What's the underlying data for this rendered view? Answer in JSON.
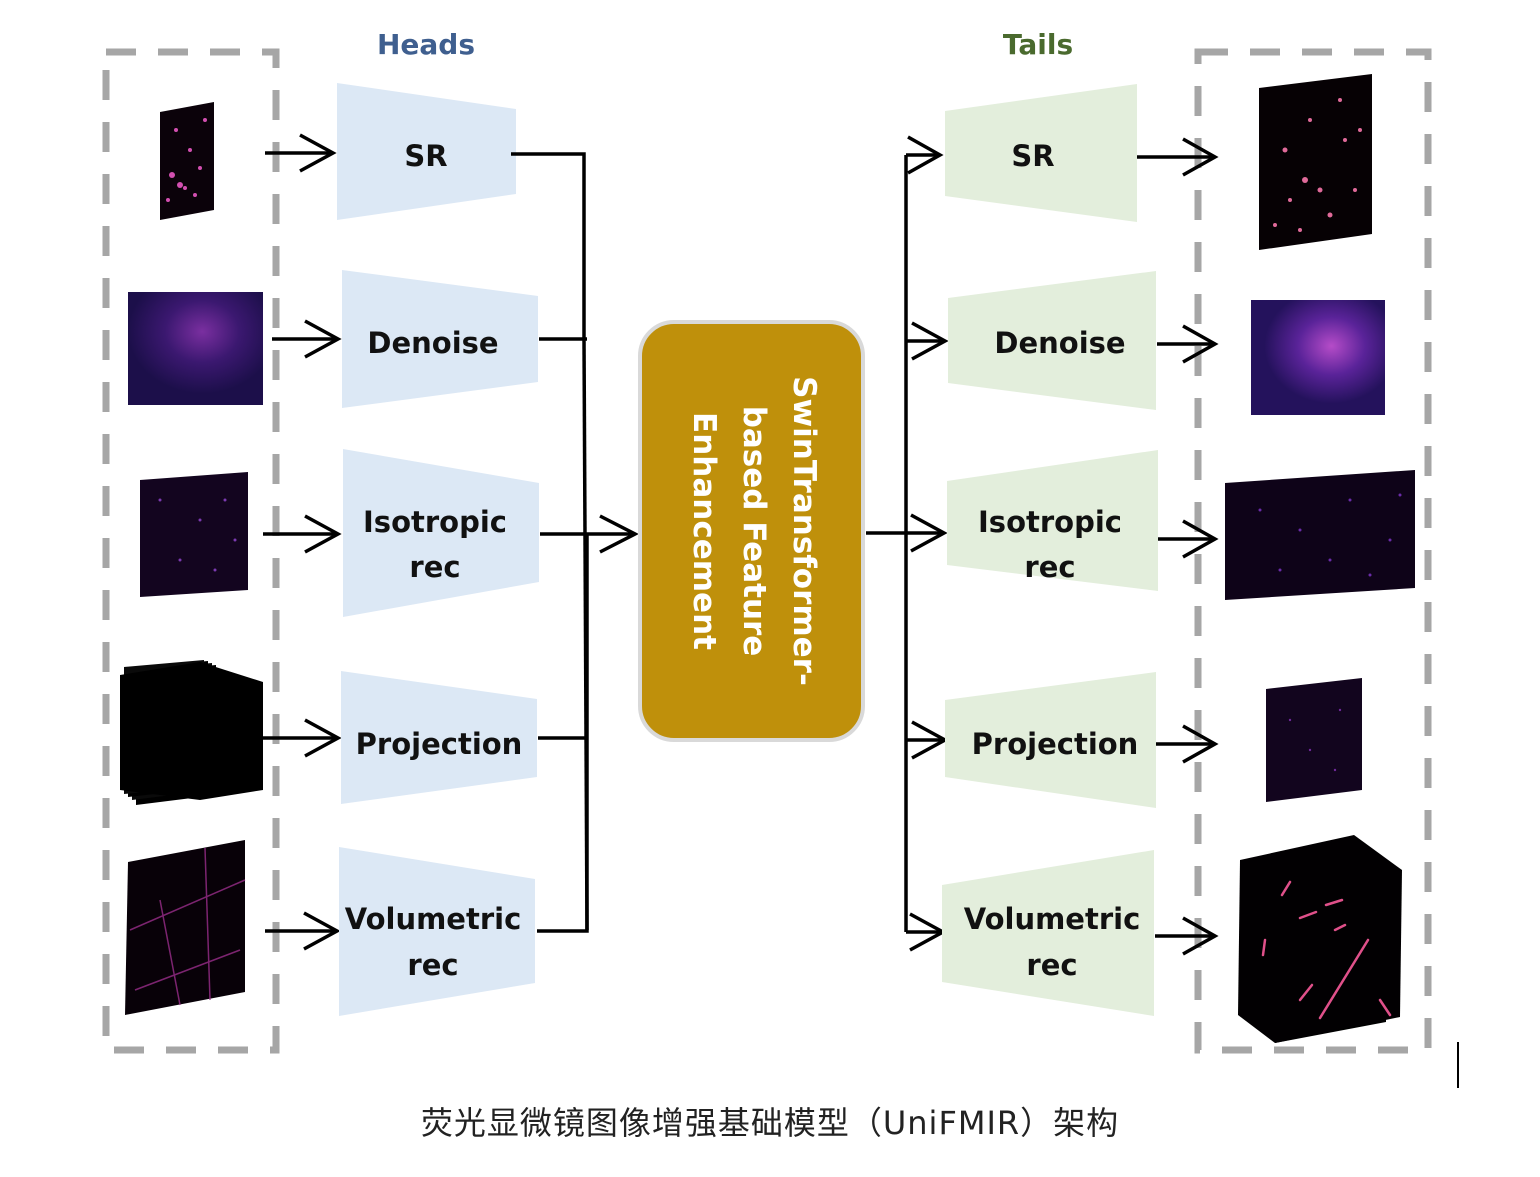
{
  "header": {
    "heads_label": "Heads",
    "tails_label": "Tails"
  },
  "colors": {
    "heads_title": "#3F5F8F",
    "tails_title": "#4A6A2E",
    "head_block_fill": "#DCE8F5",
    "tail_block_fill": "#E3EEDC",
    "center_block_fill": "#BF900B",
    "center_block_border": "#D9D9D9",
    "center_text": "#FFFFFF",
    "dashed_border": "#A6A6A6",
    "line": "#000000"
  },
  "heads": [
    {
      "id": "sr",
      "lines": [
        "SR"
      ],
      "image": "sparse-puncta-input"
    },
    {
      "id": "denoise",
      "lines": [
        "Denoise"
      ],
      "image": "noisy-cell-input"
    },
    {
      "id": "isotropic",
      "lines": [
        "Isotropic",
        "rec"
      ],
      "image": "anisotropic-volume-input"
    },
    {
      "id": "projection",
      "lines": [
        "Projection"
      ],
      "image": "z-stack-input"
    },
    {
      "id": "volumetric",
      "lines": [
        "Volumetric",
        "rec"
      ],
      "image": "light-field-input"
    }
  ],
  "center": {
    "lines": [
      "SwinTransformer-",
      "based Feature",
      "Enhancement"
    ]
  },
  "tails": [
    {
      "id": "sr",
      "lines": [
        "SR"
      ],
      "image": "super-resolved-output"
    },
    {
      "id": "denoise",
      "lines": [
        "Denoise"
      ],
      "image": "denoised-cell-output"
    },
    {
      "id": "isotropic",
      "lines": [
        "Isotropic",
        "rec"
      ],
      "image": "isotropic-volume-output"
    },
    {
      "id": "projection",
      "lines": [
        "Projection"
      ],
      "image": "projection-output"
    },
    {
      "id": "volumetric",
      "lines": [
        "Volumetric",
        "rec"
      ],
      "image": "reconstructed-volume-output"
    }
  ],
  "caption": "荧光显微镜图像增强基础模型（UniFMIR）架构"
}
